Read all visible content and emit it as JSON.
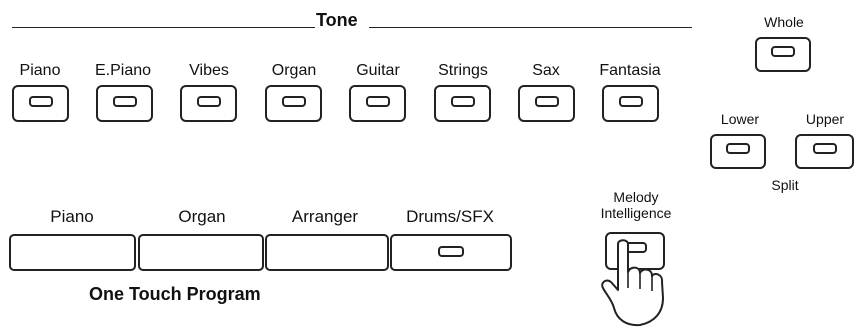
{
  "tone": {
    "title": "Tone",
    "buttons": [
      {
        "label": "Piano"
      },
      {
        "label": "E.Piano"
      },
      {
        "label": "Vibes"
      },
      {
        "label": "Organ"
      },
      {
        "label": "Guitar"
      },
      {
        "label": "Strings"
      },
      {
        "label": "Sax"
      },
      {
        "label": "Fantasia"
      }
    ]
  },
  "keyboard_mode": {
    "whole": "Whole",
    "lower": "Lower",
    "upper": "Upper",
    "split": "Split"
  },
  "one_touch_program": {
    "title": "One Touch Program",
    "buttons": [
      {
        "label": "Piano"
      },
      {
        "label": "Organ"
      },
      {
        "label": "Arranger"
      },
      {
        "label": "Drums/SFX"
      }
    ]
  },
  "melody_intelligence": {
    "label_line1": "Melody",
    "label_line2": "Intelligence"
  }
}
